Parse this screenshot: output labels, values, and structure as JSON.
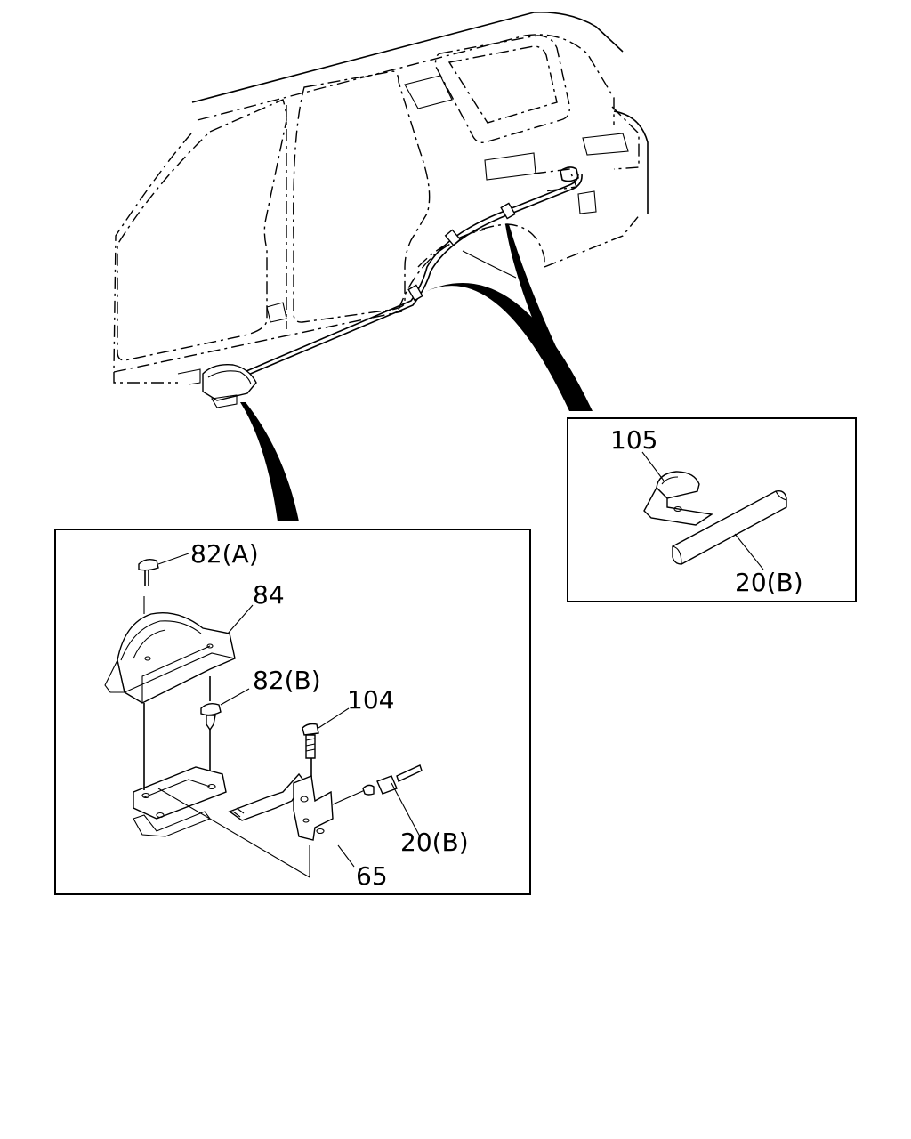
{
  "labels": {
    "l105": "105",
    "l20b_upper": "20(B)",
    "l82a": "82(A)",
    "l84": "84",
    "l82b": "82(B)",
    "l104": "104",
    "l20b_lower": "20(B)",
    "l65": "65"
  }
}
